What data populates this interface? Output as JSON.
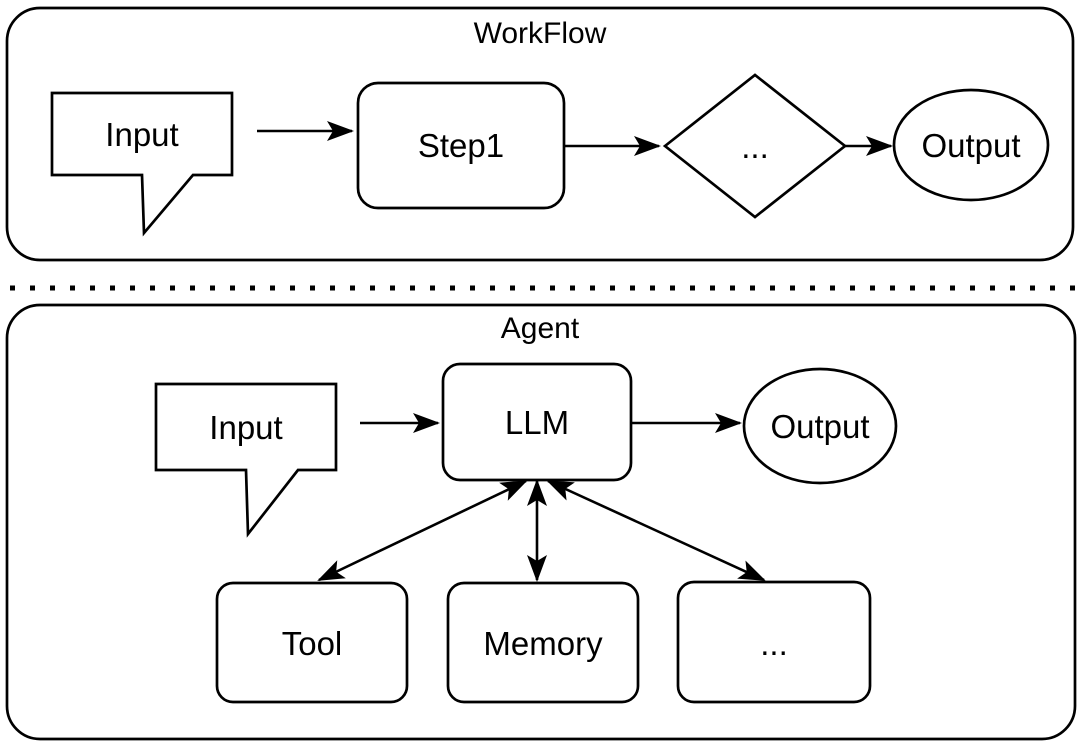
{
  "diagram": {
    "colors": {
      "stroke": "#000000",
      "fill": "#ffffff",
      "background": "#ffffff"
    },
    "workflow": {
      "title": "WorkFlow",
      "nodes": {
        "input": "Input",
        "step1": "Step1",
        "decision": "...",
        "output": "Output"
      }
    },
    "agent": {
      "title": "Agent",
      "nodes": {
        "input": "Input",
        "llm": "LLM",
        "output": "Output",
        "tool": "Tool",
        "memory": "Memory",
        "more": "..."
      }
    }
  }
}
